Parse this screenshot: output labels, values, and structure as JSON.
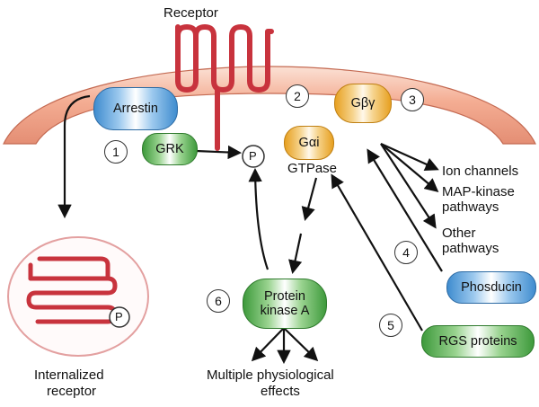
{
  "labels": {
    "receptor": "Receptor",
    "arrestin": "Arrestin",
    "grk": "GRK",
    "p_receptor": "P",
    "gbg": "Gβγ",
    "gai": "Gαi",
    "gtpase": "GTPase",
    "ion_channels": "Ion channels",
    "map_kinase_1": "MAP-kinase",
    "map_kinase_2": "pathways",
    "other_1": "Other",
    "other_2": "pathways",
    "phosducin": "Phosducin",
    "rgs": "RGS proteins",
    "pka_1": "Protein",
    "pka_2": "kinase A",
    "effects_1": "Multiple physiological",
    "effects_2": "effects",
    "internalized_1": "Internalized",
    "internalized_2": "receptor",
    "p_internal": "P"
  },
  "steps": [
    "1",
    "2",
    "3",
    "4",
    "5",
    "6"
  ],
  "colors": {
    "membrane": "#f2a58a",
    "receptor": "#c8333d",
    "arrestin": "#3f8ccf",
    "grk": "#3e9a3c",
    "g_protein": "#e7a021"
  }
}
